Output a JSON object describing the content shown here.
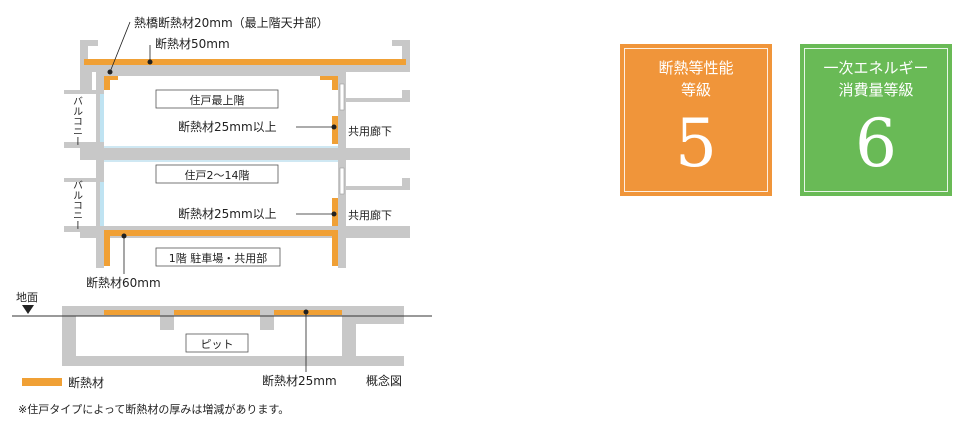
{
  "diagram": {
    "callouts": {
      "thermal_bridge": "熱橋断熱材20mm（最上階天井部）",
      "roof_insulation": "断熱材50mm",
      "wall_top": "断熱材25mm以上",
      "wall_mid": "断熱材25mm以上",
      "ground_floor": "断熱材60mm",
      "pit": "断熱材25mm"
    },
    "rooms": {
      "top": "住戸最上階",
      "mid": "住戸2〜14階",
      "ground": "1階 駐車場・共用部",
      "pit": "ピット"
    },
    "corridor_top": "共用廊下",
    "corridor_mid": "共用廊下",
    "balcony_top": "バルコニー",
    "balcony_mid": "バルコニー",
    "ground_label": "地面",
    "concept": "概念図",
    "legend_label": "断熱材",
    "footnote": "※住戸タイプによって断熱材の厚みは増減があります。",
    "colors": {
      "insulation": "#f0a035",
      "concrete": "#c8c8c8",
      "glass": "#bfe3f2"
    }
  },
  "badges": [
    {
      "line1": "断熱等性能",
      "line2": "等級",
      "number": "5",
      "color": "#f0953a"
    },
    {
      "line1": "一次エネルギー",
      "line2": "消費量等級",
      "number": "6",
      "color": "#69ba56"
    }
  ]
}
